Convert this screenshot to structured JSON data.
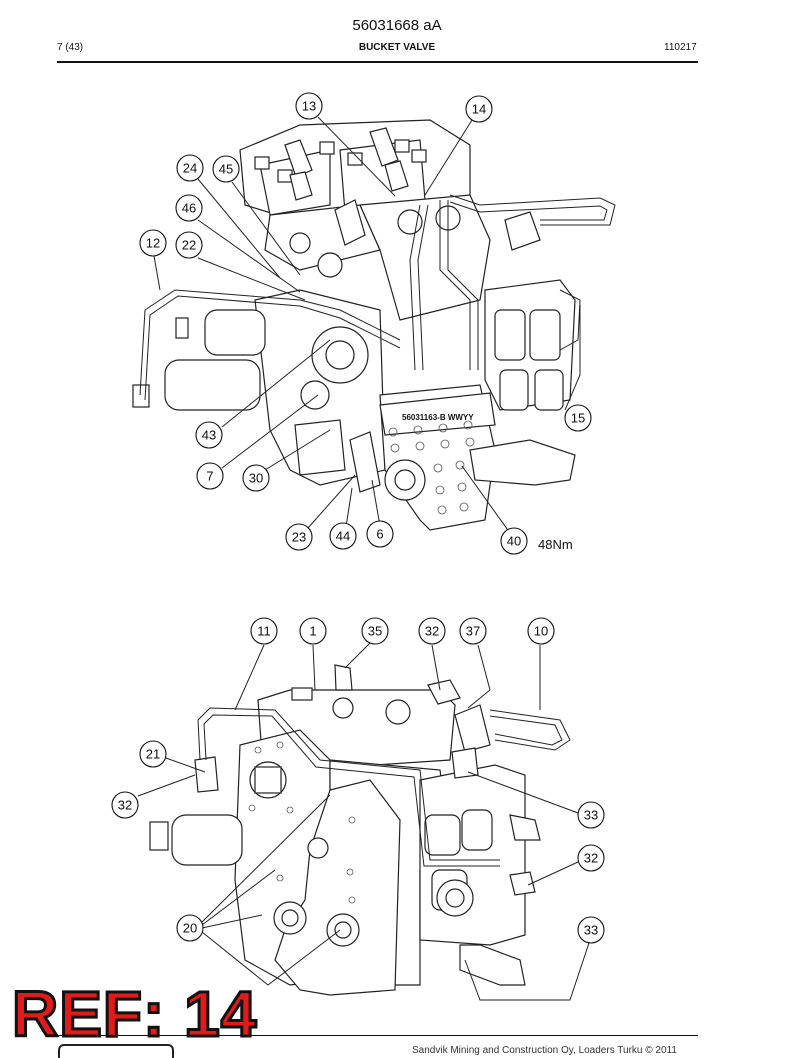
{
  "header": {
    "doc_number": "56031668 aA",
    "page": "7 (43)",
    "title": "BUCKET VALVE",
    "revision": "110217"
  },
  "upper_view": {
    "plate_marking": "56031163-B WWYY",
    "torque_label": "48Nm",
    "callouts": [
      "13",
      "14",
      "24",
      "45",
      "46",
      "12",
      "22",
      "15",
      "43",
      "7",
      "30",
      "23",
      "44",
      "6",
      "40"
    ]
  },
  "lower_view": {
    "callouts": [
      "11",
      "1",
      "35",
      "32",
      "37",
      "10",
      "21",
      "32",
      "33",
      "32",
      "20",
      "33"
    ]
  },
  "footer": {
    "company": "Sandvik Mining and Construction Oy, Loaders Turku © 2011"
  },
  "stamp": {
    "text": "REF: 14",
    "color": "#e11b1b"
  }
}
